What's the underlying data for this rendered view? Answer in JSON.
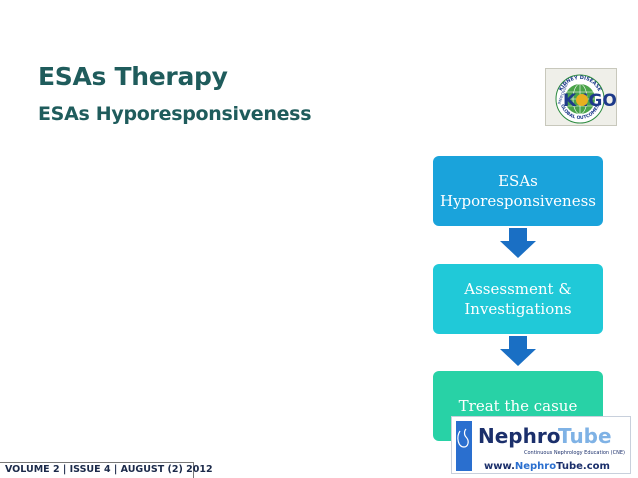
{
  "slide": {
    "title": "ESAs Therapy",
    "subtitle": "ESAs Hyporesponsiveness"
  },
  "flow": {
    "steps": [
      {
        "label": "ESAs\nHyporesponsiveness",
        "color": "#1aa3db"
      },
      {
        "label": "Assessment &\nInvestigations",
        "color": "#20c9d8"
      },
      {
        "label": "Treat the casue",
        "color": "#28d2a6"
      }
    ],
    "arrow_color": "#1a6fc4"
  },
  "logos": {
    "kdigo": {
      "top_text": "KIDNEY DISEASE",
      "left_text": "IMPROVING",
      "bottom_text": "GLOBAL OUTCOMES",
      "letters": "K  IGO"
    },
    "nephrotube": {
      "brand_a": "Nephro",
      "brand_b": "Tube",
      "tagline": "Continuous Nephrology Education (CNE)",
      "url_a": "www.",
      "url_b": "Nephro",
      "url_c": "Tube",
      "url_d": ".com"
    }
  },
  "footer": {
    "text": "VOLUME 2 | ISSUE 4 | AUGUST (2) 2012"
  }
}
